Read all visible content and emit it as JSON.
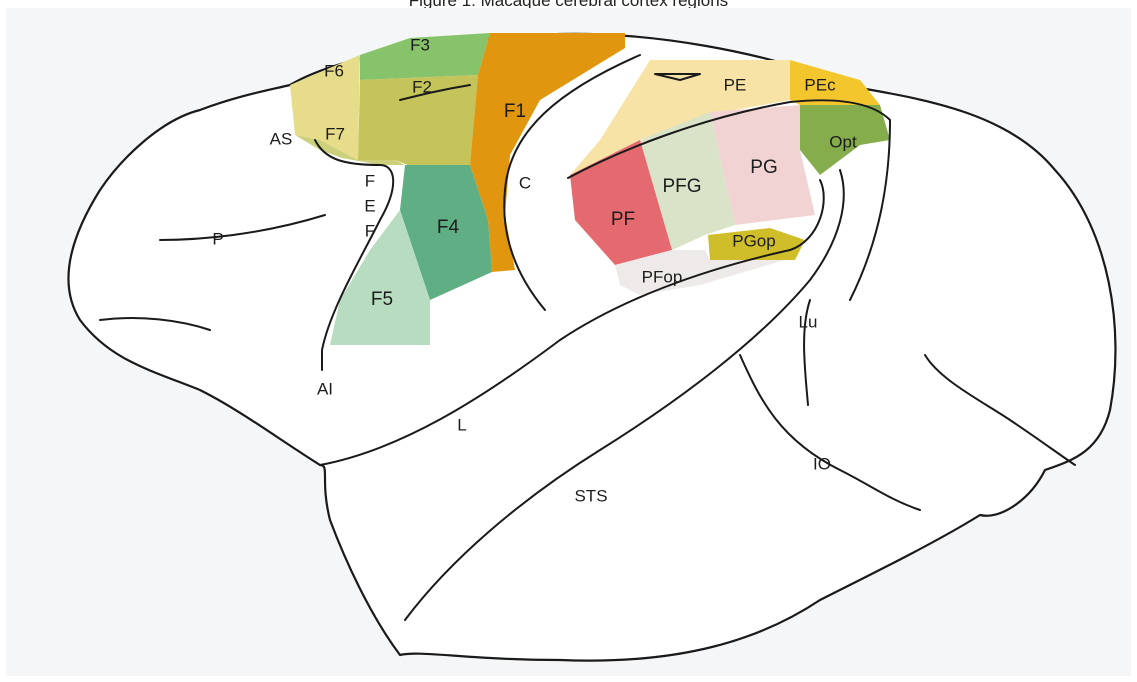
{
  "caption": "Figure 1: Macaque cerebral cortex regions",
  "colors": {
    "background": "#f5f6f8",
    "brain_fill": "#ffffff",
    "outline": "#1a1a1a",
    "F1": "#e0960e",
    "F2": "#c4c45a",
    "F3": "#86c36a",
    "F4": "#5fae84",
    "F5": "#b7dcbf",
    "F6": "#e6dc8a",
    "F7": "#cdd07a",
    "PE": "#f7e3a6",
    "PEc": "#f4c62e",
    "Opt": "#86ad4c",
    "PG": "#f2d3d3",
    "PFG": "#d9e3c8",
    "PF": "#e56a70",
    "PGop": "#cfbe2a",
    "PFop": "#efeaea"
  },
  "regions": {
    "F1": "F1",
    "F2": "F2",
    "F3": "F3",
    "F4": "F4",
    "F5": "F5",
    "F6": "F6",
    "F7": "F7",
    "PE": "PE",
    "PEc": "PEc",
    "Opt": "Opt",
    "PG": "PG",
    "PFG": "PFG",
    "PF": "PF",
    "PGop": "PGop",
    "PFop": "PFop"
  },
  "sulci": {
    "AS": "AS",
    "C": "C",
    "P": "P",
    "AI": "AI",
    "L": "L",
    "STS": "STS",
    "Lu": "Lu",
    "IO": "IO",
    "FEF_1": "F",
    "FEF_2": "E",
    "FEF_3": "F"
  }
}
